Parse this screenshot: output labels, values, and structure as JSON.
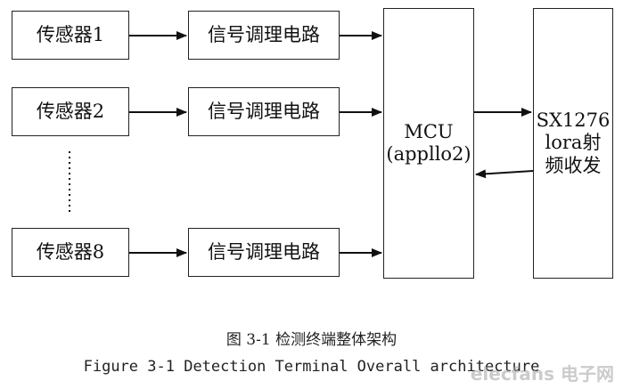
{
  "sensors": [
    "传感器1",
    "传感器2",
    "传感器8"
  ],
  "conditioning": [
    "信号调理电路",
    "信号调理电路",
    "信号调理电路"
  ],
  "mcu": {
    "line1": "MCU",
    "line2": "(appllo2)"
  },
  "lora": {
    "line1": "SX1276",
    "line2": "lora射",
    "line3": "频收发"
  },
  "caption": {
    "cn": "图 3-1 检测终端整体架构",
    "en": "Figure 3-1 Detection Terminal Overall architecture"
  },
  "watermark": "elecfans 电子网"
}
